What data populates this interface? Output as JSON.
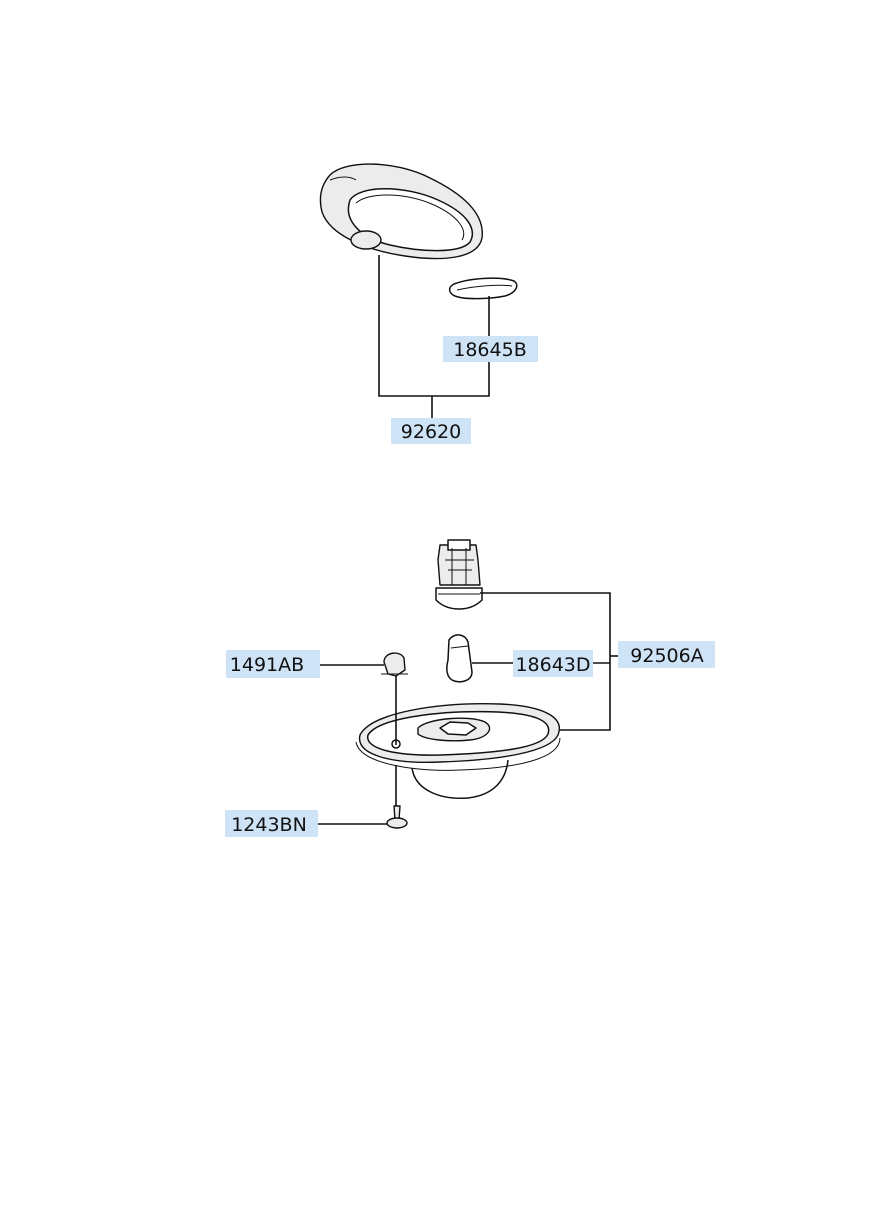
{
  "labels": {
    "bulb_top": "18645B",
    "lamp_assy_top": "92620",
    "lamp_assy_bottom": "92506A",
    "bulb_bottom": "18643D",
    "clip": "1491AB",
    "screw": "1243BN"
  },
  "colors": {
    "label_highlight": "#cfe3f7",
    "line": "#111111"
  }
}
